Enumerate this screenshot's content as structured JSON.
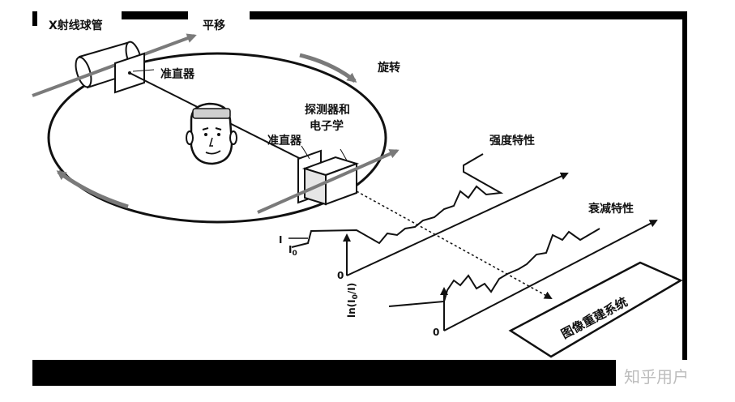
{
  "labels": {
    "xray_tube": "X射线球管",
    "translate": "平移",
    "collimator_top": "准直器",
    "rotate": "旋转",
    "detector_line1": "探测器和",
    "detector_line2": "电子学",
    "collimator_bottom": "准直器",
    "intensity": "强度特性",
    "attenuation": "衰减特性",
    "reconstruction": "图像重建系统",
    "axis_i": "I",
    "axis_i0": "I",
    "axis_i0_sub": "0",
    "axis_zero_1": "0",
    "axis_ln": "ln(I",
    "axis_ln_sub": "0",
    "axis_ln_tail": "/I)",
    "axis_zero_2": "0",
    "watermark": "知乎用户"
  },
  "colors": {
    "ink": "#111111",
    "arrow_gray": "#7a7a7a",
    "black_bar": "#000000",
    "face_fill": "#ffffff",
    "watermark": "#bdbdbd"
  }
}
